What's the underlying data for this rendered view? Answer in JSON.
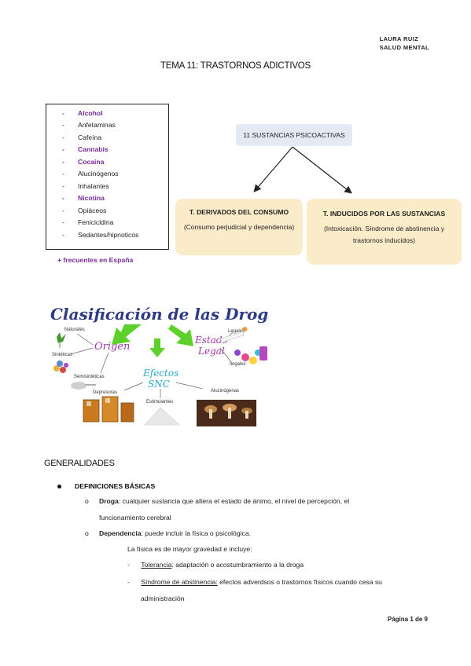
{
  "header": {
    "author": "LAURA RUIZ",
    "subject": "SALUD MENTAL"
  },
  "title": "TEMA 11: TRASTORNOS ADICTIVOS",
  "drug_list": [
    {
      "dash": "-",
      "name": "Alcohol",
      "highlight": true
    },
    {
      "dash": "-",
      "name": "Anfetaminas",
      "highlight": false
    },
    {
      "dash": "-",
      "name": "Cafeína",
      "highlight": false
    },
    {
      "dash": "-",
      "name": "Cannabis",
      "highlight": true
    },
    {
      "dash": "-",
      "name": "Cocaina",
      "highlight": true
    },
    {
      "dash": "-",
      "name": "Alucinógenos",
      "highlight": false
    },
    {
      "dash": "-",
      "name": "Inhalantes",
      "highlight": false
    },
    {
      "dash": "-",
      "name": "Nicotina",
      "highlight": true
    },
    {
      "dash": "-",
      "name": "Opiáceos",
      "highlight": false
    },
    {
      "dash": "-",
      "name": "Fenicicldina",
      "highlight": false
    },
    {
      "dash": "-",
      "name": "Sedantes/hipnoticos",
      "highlight": false
    }
  ],
  "frequent_note": "+ frecuentes en España",
  "diagram": {
    "root": "11 SUSTANCIAS PSICOACTIVAS",
    "left_title": "T. DERIVADOS DEL CONSUMO",
    "left_desc": "(Consumo perjudicial y dependencia)",
    "right_title": "T. INDUCIDOS POR LAS SUSTANCIAS",
    "right_desc": "(Intoxicación. Síndrome de abstinencia y trastornos inducidos)"
  },
  "infographic": {
    "title": "Clasificación de las Drogas",
    "origen": "Origen",
    "naturales": "Naturales",
    "sinteticas": "Sintéticas",
    "semisinteticas": "Semisintéticas",
    "estado": "Estado",
    "legal": "Legal",
    "legales": "Legales",
    "ilegales": "Ilegales",
    "efectos": "Efectos",
    "snc": "SNC",
    "depresoras": "Depresoras",
    "estimulantes": "Estimulantes",
    "alucinogenas": "Alucinógenas",
    "colors": {
      "title": "#2d3a86",
      "purple": "#a03aa8",
      "cyan": "#2aa8c8",
      "arrow": "#5cd12a"
    }
  },
  "section_title": "GENERALIDADES",
  "definitions": {
    "heading": "DEFINICIONES BÁSICAS",
    "bullet": "o",
    "droga_term": "Droga",
    "droga_text": ": cualquier sustancia que altera el estado de ánimo, el nivel de percepción, el",
    "droga_text2": "funcionamiento cerebral",
    "dep_term": "Dependencia",
    "dep_text": ": puede incluir la física o psicológica.",
    "fisica_intro": "La física es de mayor gravedad e incluye:",
    "dash": "-",
    "tol_term": "Tolerancia",
    "tol_text": ": adaptación o acostumbramiento a la droga",
    "abs_term": "Síndrome de abstinencia:",
    "abs_text": " efectos adverdsos o trastornos físicos cuando cesa su",
    "abs_text2": "administración"
  },
  "footer": {
    "page": "Página 1 de 9"
  }
}
